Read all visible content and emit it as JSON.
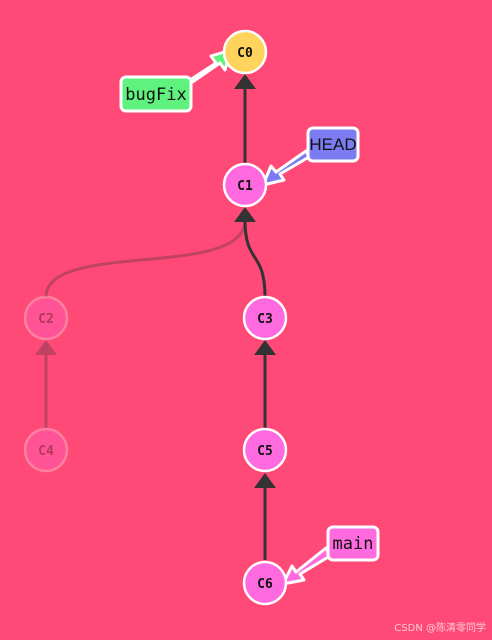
{
  "commits": {
    "c0": {
      "label": "C0"
    },
    "c1": {
      "label": "C1"
    },
    "c2": {
      "label": "C2"
    },
    "c3": {
      "label": "C3"
    },
    "c4": {
      "label": "C4"
    },
    "c5": {
      "label": "C5"
    },
    "c6": {
      "label": "C6"
    }
  },
  "refs": {
    "bugfix": {
      "label": "bugFix",
      "color": "#5ff27f"
    },
    "head": {
      "label": "HEAD",
      "color": "#7b7bf2"
    },
    "main": {
      "label": "main",
      "color": "#ff6adf"
    }
  },
  "colors": {
    "background": "#ff4a77",
    "commit_active": "#ff6adf",
    "commit_root": "#ffd45c",
    "edge": "#333333",
    "stroke": "#ffffff"
  },
  "watermark": "CSDN @陈清零同学"
}
